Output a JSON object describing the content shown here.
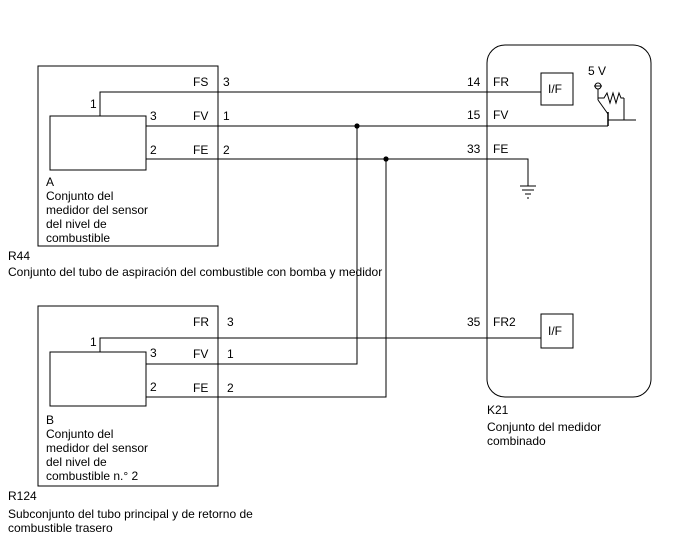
{
  "r44": {
    "id": "R44",
    "title": "Conjunto del tubo de aspiración del combustible con bomba y medidor",
    "sensor_letter": "A",
    "sensor_lines": [
      "Conjunto del",
      "medidor del sensor",
      "del nivel de",
      "combustible"
    ],
    "sensor_pins": {
      "fr": "1",
      "fv": "3",
      "fe": "2"
    },
    "terminals": [
      {
        "name": "FS",
        "pin": "3"
      },
      {
        "name": "FV",
        "pin": "1"
      },
      {
        "name": "FE",
        "pin": "2"
      }
    ]
  },
  "r124": {
    "id": "R124",
    "title_lines": [
      "Subconjunto del tubo principal y de retorno de",
      "combustible trasero"
    ],
    "sensor_letter": "B",
    "sensor_lines": [
      "Conjunto del",
      "medidor del sensor",
      "del nivel de",
      "combustible n.° 2"
    ],
    "sensor_pins": {
      "fr": "1",
      "fv": "3",
      "fe": "2"
    },
    "terminals": [
      {
        "name": "FR",
        "pin": "3"
      },
      {
        "name": "FV",
        "pin": "1"
      },
      {
        "name": "FE",
        "pin": "2"
      }
    ]
  },
  "k21": {
    "id": "K21",
    "title_lines": [
      "Conjunto del medidor",
      "combinado"
    ],
    "terminals": [
      {
        "pin": "14",
        "name": "FR"
      },
      {
        "pin": "15",
        "name": "FV"
      },
      {
        "pin": "33",
        "name": "FE"
      },
      {
        "pin": "35",
        "name": "FR2"
      }
    ],
    "interface_label": "I/F",
    "supply_label": "5 V"
  }
}
